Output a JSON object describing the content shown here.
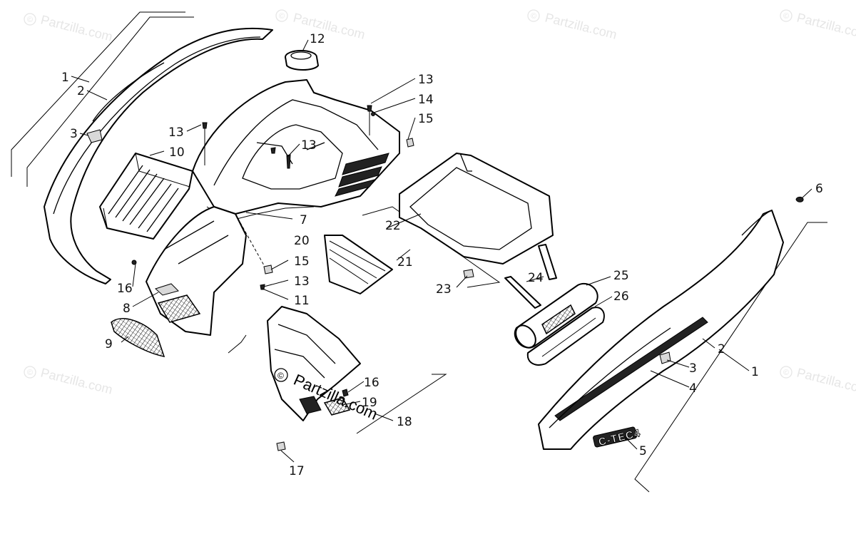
{
  "watermark": {
    "text": "Partzilla.com",
    "copyright_symbol": "©"
  },
  "logo_lettering": "C-TEC4",
  "callouts": {
    "c1a": "1",
    "c2a": "2",
    "c3a": "3",
    "c10": "10",
    "c13a": "13",
    "c12": "12",
    "c13b": "13",
    "c14": "14",
    "c15a": "15",
    "c13c": "13",
    "c7": "7",
    "c20": "20",
    "c15b": "15",
    "c13d": "13",
    "c11": "11",
    "c16a": "16",
    "c8": "8",
    "c9": "9",
    "c22": "22",
    "c21": "21",
    "c23": "23",
    "c24": "24",
    "c25": "25",
    "c26": "26",
    "c6": "6",
    "c2b": "2",
    "c3b": "3",
    "c4": "4",
    "c1b": "1",
    "c5": "5",
    "c16b": "16",
    "c19": "19",
    "c18": "18",
    "c17": "17"
  },
  "colors": {
    "line": "#000000",
    "background": "#ffffff",
    "watermark": "#e6e6e6"
  }
}
